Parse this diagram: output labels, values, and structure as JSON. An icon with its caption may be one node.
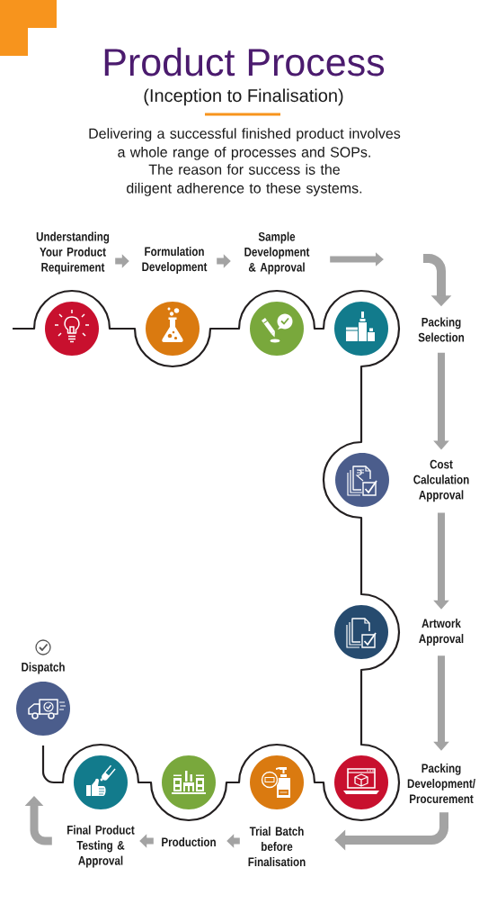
{
  "diagram": {
    "title": "Product Process",
    "nodes": [
      {
        "text": [
          "Understanding Your Product Requirement"
        ]
      },
      {
        "text": [
          "Formulation Development"
        ]
      },
      {
        "text": [
          "Sample Development & Approval"
        ]
      },
      {
        "text": [
          "Packing Selection"
        ]
      },
      {
        "text": [
          "Cost Calculation Approval"
        ]
      },
      {
        "text": [
          "Artwork Approval"
        ]
      },
      {
        "text": [
          "Packing Development/ Procurement"
        ]
      },
      {
        "text": [
          "Trial Batch before Finalisation"
        ]
      },
      {
        "text": [
          "Production"
        ]
      },
      {
        "text": [
          "Final Product Testing & Approval"
        ]
      },
      {
        "text": [
          "Dispatch"
        ]
      }
    ],
    "edges": [
      {
        "from": 0,
        "to": 1,
        "arrow": "to"
      },
      {
        "from": 1,
        "to": 2,
        "arrow": "to"
      },
      {
        "from": 2,
        "to": null,
        "arrow": "to"
      },
      {
        "from": null,
        "to": 3,
        "arrow": "to"
      },
      {
        "from": 3,
        "to": 4,
        "arrow": "to"
      },
      {
        "from": 4,
        "to": 5,
        "arrow": "to"
      },
      {
        "from": 5,
        "to": 6,
        "arrow": "to"
      },
      {
        "from": 6,
        "to": 7,
        "arrow": "to"
      },
      {
        "from": 7,
        "to": 8,
        "arrow": "to"
      },
      {
        "from": 8,
        "to": 9,
        "arrow": "to"
      },
      {
        "from": 9,
        "to": null,
        "arrow": "to"
      }
    ],
    "labels": [
      "(Inception to Finalisation)",
      "Delivering a successful finished product involves a whole range of processes and SOPs.",
      "The reason for success is the diligent adherence to these systems."
    ]
  }
}
